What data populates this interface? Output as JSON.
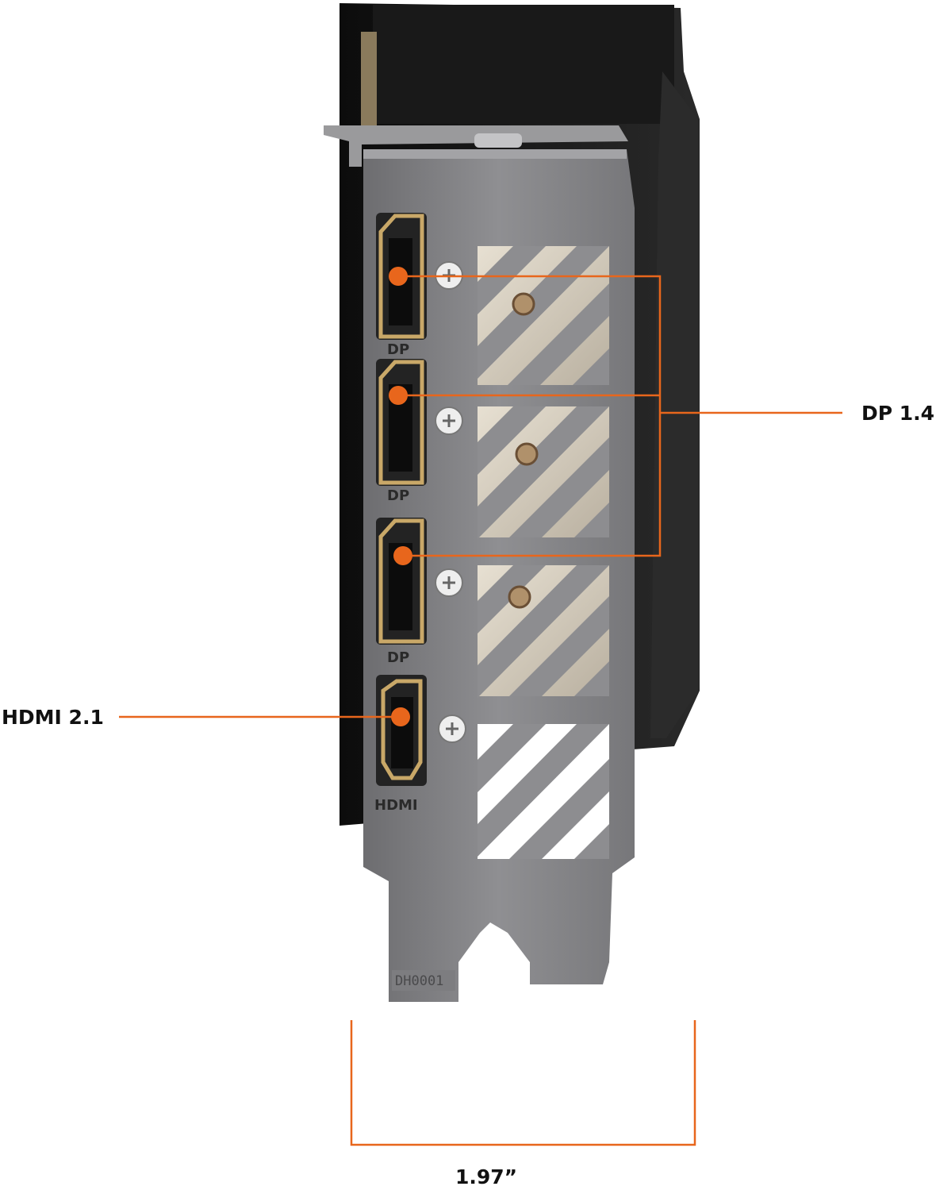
{
  "callouts": {
    "displayport": "DP 1.4",
    "hdmi": "HDMI 2.1",
    "width": "1.97”"
  },
  "bracket": {
    "port_labels": [
      "DP",
      "DP",
      "DP",
      "HDMI"
    ],
    "part_number": "DH0001"
  },
  "colors": {
    "accent": "#e8661c",
    "bracket": "#8d8d8f",
    "card_body": "#151515",
    "gold": "#c9a868"
  }
}
